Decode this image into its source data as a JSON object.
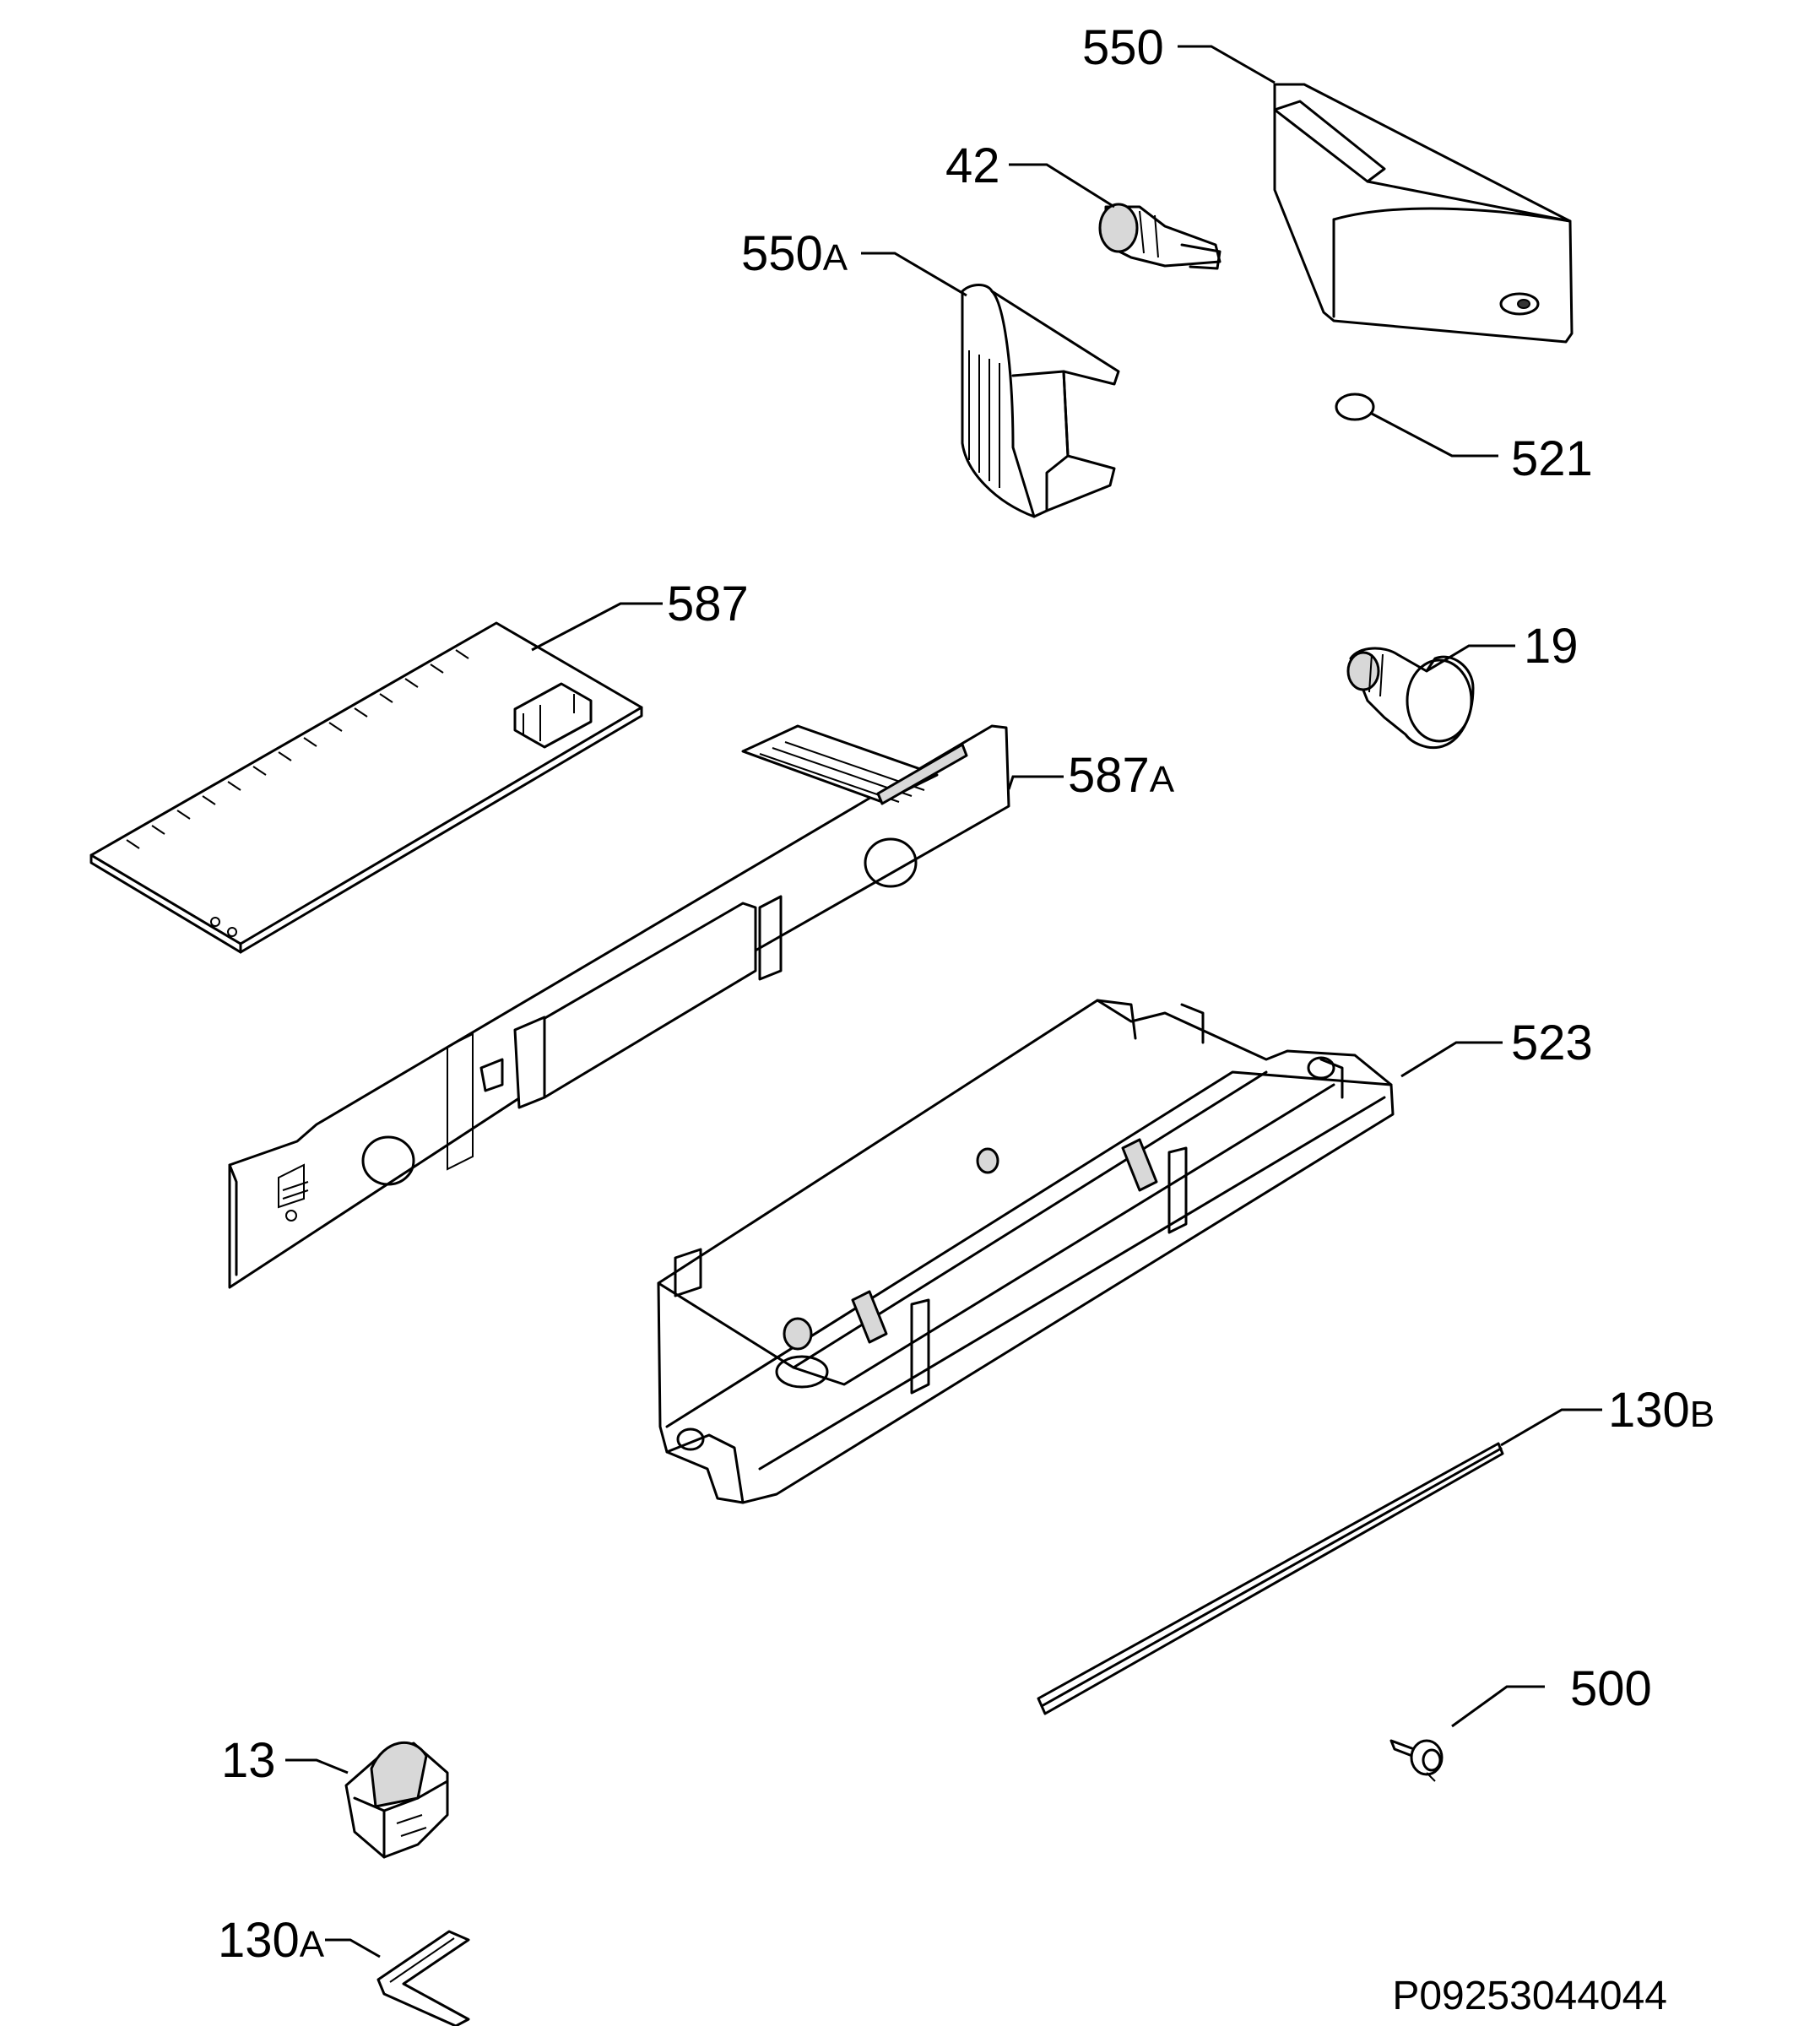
{
  "callouts": {
    "p550": {
      "num": "550",
      "suffix": ""
    },
    "p42": {
      "num": "42",
      "suffix": ""
    },
    "p550a": {
      "num": "550",
      "suffix": "A"
    },
    "p521": {
      "num": "521",
      "suffix": ""
    },
    "p587": {
      "num": "587",
      "suffix": ""
    },
    "p19": {
      "num": "19",
      "suffix": ""
    },
    "p587a": {
      "num": "587",
      "suffix": "A"
    },
    "p523": {
      "num": "523",
      "suffix": ""
    },
    "p130b": {
      "num": "130",
      "suffix": "B"
    },
    "p500": {
      "num": "500",
      "suffix": ""
    },
    "p13": {
      "num": "13",
      "suffix": ""
    },
    "p130a": {
      "num": "130",
      "suffix": "A"
    }
  },
  "document_number": "P09253044044"
}
